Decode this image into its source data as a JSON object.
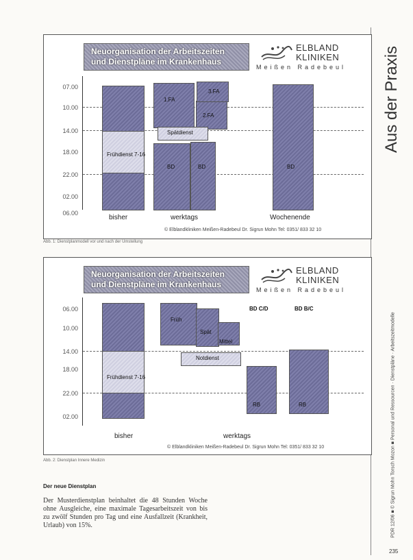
{
  "side": {
    "title": "Aus der Praxis",
    "meta": "PDR 12/06 ■ © Sigrun Mohn Torsch Mozon ■ Personal und Ressourcen · Dienstpläne · Arbeitszeitmodelle",
    "page_number": "235"
  },
  "fig1": {
    "title_line1": "Neuorganisation der Arbeitszeiten",
    "title_line2": "und Dienstpläne im Krankenhaus",
    "logo_name1": "ELBLAND",
    "logo_name2": "KLINIKEN",
    "logo_sub": "Meißen   Radebeul",
    "ticks": [
      "07.00",
      "10.00",
      "14.00",
      "18.00",
      "22.00",
      "02.00",
      "06.00"
    ],
    "bar_labels": [
      "Frühdienst 7-16",
      "1.FA",
      "2.FA",
      "3.FA",
      "Spätdienst",
      "BD",
      "BD",
      "BD"
    ],
    "x_labels": [
      "bisher",
      "werktags",
      "Wochenende"
    ],
    "credit": "© Elblandkliniken Meißen-Radebeul Dr. Sigrun Mohn Tel: 0351/ 833 32 10"
  },
  "caption1": "Abb. 1: Dienstplanmodell vor und nach der Umstellung",
  "fig2": {
    "title_line1": "Neuorganisation der Arbeitszeiten",
    "title_line2": "und Dienstpläne im Krankenhaus",
    "logo_name1": "ELBLAND",
    "logo_name2": "KLINIKEN",
    "logo_sub": "Meißen   Radebeul",
    "ticks": [
      "06.00",
      "10.00",
      "14.00",
      "18.00",
      "22.00",
      "02.00"
    ],
    "bar_labels": [
      "BD C/D",
      "BD B/C",
      "Früh",
      "Spät",
      "Mittel",
      "Frühdienst 7-16",
      "RB",
      "RB",
      "Notdienst"
    ],
    "x_labels": [
      "bisher",
      "werktags"
    ],
    "credit": "© Elblandkliniken Meißen-Radebeul Dr. Sigrun Mohn Tel: 0351/ 833 32 10"
  },
  "caption2": "Abb. 2: Dienstplan Innere Medizin",
  "section_heading": "Der neue Dienstplan",
  "body_paragraph": "Der Musterdienstplan beinhaltet die 48 Stunden Woche ohne Ausgleiche, eine maximale Tages­arbeitszeit von bis zu zwölf Stunden pro Tag und eine Ausfallzeit (Krankheit, Urlaub) von 15%."
}
